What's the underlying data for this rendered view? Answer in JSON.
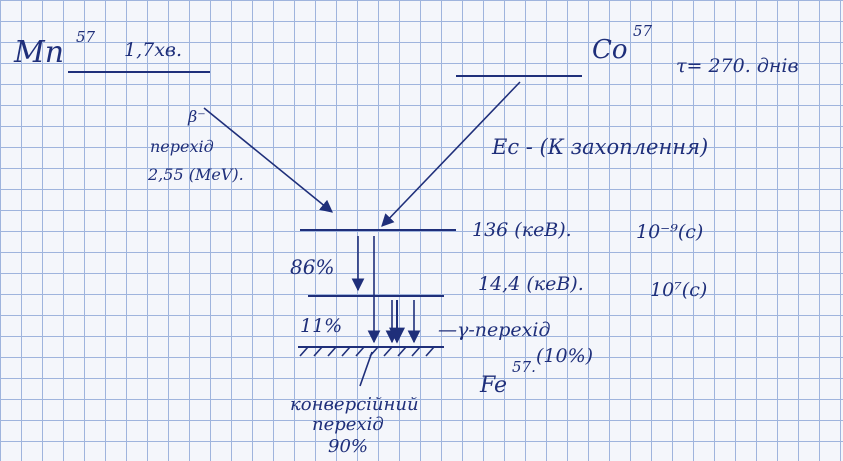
{
  "parent_left": {
    "symbol": "Mn",
    "mass": "57",
    "halflife": "1,7хв."
  },
  "parent_right": {
    "symbol": "Co",
    "mass": "57",
    "halflife": "τ= 270. днів"
  },
  "beta_transition": {
    "type": "β⁻",
    "label": "перехід",
    "energy": "2,55 (MeV)."
  },
  "ec_transition": {
    "label": "Ec - (К захоплення)"
  },
  "levels": [
    {
      "energy": "136 (кеВ).",
      "lifetime": "10⁻⁹(с)"
    },
    {
      "energy": "14,4 (кеВ).",
      "lifetime": "10⁷(с)"
    }
  ],
  "percentages": {
    "upper": "86%",
    "lower": "11%",
    "gamma_share": "(10%)"
  },
  "gamma_label": "—γ-перехід",
  "ground": {
    "symbol": "Fe",
    "mass": "57."
  },
  "conversion": {
    "line1": "конверсійний",
    "line2": "перехід",
    "percent": "90%"
  }
}
